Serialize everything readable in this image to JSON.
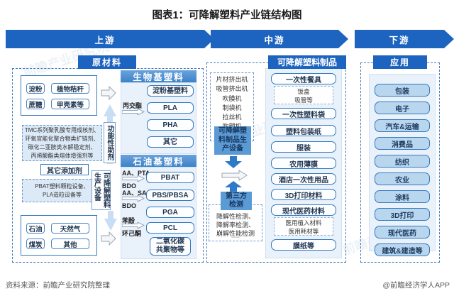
{
  "title": "图表1：可降解塑料产业链结构图",
  "stages": {
    "up": "上游",
    "mid": "中游",
    "down": "下游"
  },
  "upstream": {
    "header": "原材料",
    "bio_feedstocks": [
      "淀粉",
      "植物秸秆",
      "蔗糖",
      "甲壳素等"
    ],
    "additive_note": [
      "TMC系列聚乳酸专用成核剂、",
      "环氧官能化聚合物类扩链剂、",
      "碳化二亚胺类水解稳定剂、",
      "丙烯酸酯类熔体增强剂等"
    ],
    "additive_label": "功能性助剂",
    "other_additive": "其它添加剂",
    "equipment_note": [
      "PBAT塑料颗粒设备、",
      "PLA造粒设备等"
    ],
    "equipment_label": "可降解塑料生产设备",
    "fossil_feedstocks": [
      "石油",
      "天然气",
      "煤炭",
      "其他"
    ],
    "bio_based": {
      "header": "生物基塑料",
      "input_label": "丙交酯",
      "items": [
        "淀粉基塑料",
        "PLA",
        "PHA",
        "其它"
      ]
    },
    "petro_based": {
      "header": "石油基塑料",
      "rows": [
        {
          "input_top": "AA、PTA",
          "input_bottom": "BDO",
          "product": "PBAT"
        },
        {
          "input_top": "AA、SA",
          "input_bottom": "BDO",
          "product": "PBS/PBSA"
        },
        {
          "product": "PGA"
        },
        {
          "input_top": "苯酚",
          "input_bottom": "环己酮",
          "product": "PCL"
        },
        {
          "product": "二氧化碳共聚物等"
        }
      ]
    }
  },
  "midstream": {
    "header": "可降解塑料制品",
    "machines": [
      "片材挤出机",
      "吸管挤出机",
      "吹膜机",
      "制袋机",
      "拉丝机",
      "吹塑机",
      "......"
    ],
    "equipment_box": "可降解塑料制品生产设备",
    "testing_box": "第三方检测",
    "testing_note": [
      "降解性检测、",
      "降解率检测、",
      "崩解性能检测"
    ],
    "testing_ellipsis": "......",
    "products": [
      "一次性餐具",
      "一次性塑料袋",
      "塑料包装纸",
      "服装",
      "农用薄膜",
      "酒店一次性用品",
      "3D打印材料",
      "现代医药材料",
      "膜纸等"
    ],
    "tableware_sub": [
      "饭盒",
      "吸管等"
    ],
    "medical_sub": [
      "医用植入材料",
      "医用耗材等"
    ]
  },
  "downstream": {
    "header": "应用",
    "apps": [
      "包装",
      "电子",
      "汽车&运输",
      "消费品",
      "纺织",
      "农业",
      "涂料",
      "3D打印",
      "现代医药",
      "建筑&建造等"
    ]
  },
  "footer": {
    "source": "资料来源：前瞻产业研究院整理",
    "credit": "@前瞻经济学人APP"
  },
  "watermark": "前瞻产业研究院",
  "colors": {
    "primary_blue": "#1d64c0",
    "header_gradient_top": "#6ba3dc",
    "header_gradient_bottom": "#3c82c8",
    "box_border": "#3579bd",
    "panel_fill": "#e9f1fb",
    "blue_fill_box": "#5b9bd5",
    "app_fill": "#b9d6ef",
    "soft_arrow": "#c9def5",
    "dash_fill": "#dce9f7"
  }
}
